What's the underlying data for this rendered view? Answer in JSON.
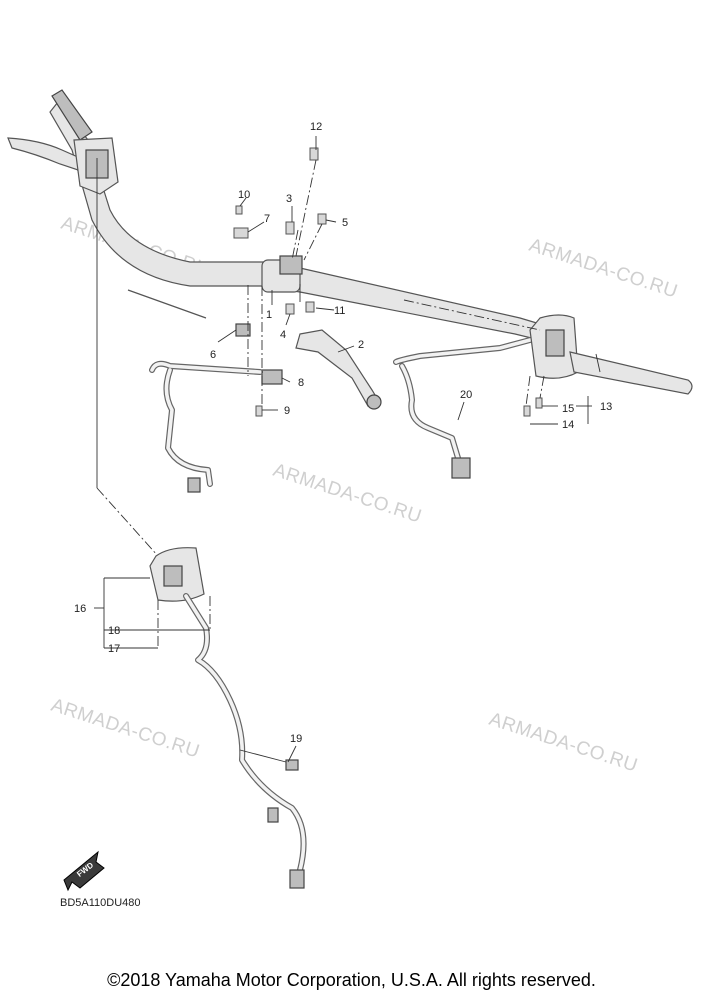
{
  "diagram": {
    "part_numbers": [
      "1",
      "2",
      "3",
      "4",
      "5",
      "6",
      "7",
      "8",
      "9",
      "10",
      "11",
      "12",
      "13",
      "14",
      "15",
      "16",
      "17",
      "18",
      "19",
      "20"
    ],
    "fwd_arrow_label": "FWD",
    "drawing_code": "BD5A110DU480"
  },
  "watermarks": [
    "ARMADA-CO.RU",
    "ARMADA-CO.RU",
    "ARMADA-CO.RU",
    "ARMADA-CO.RU",
    "ARMADA-CO.RU"
  ],
  "footer": {
    "copyright": "©2018 Yamaha Motor Corporation, U.S.A. All rights reserved."
  }
}
